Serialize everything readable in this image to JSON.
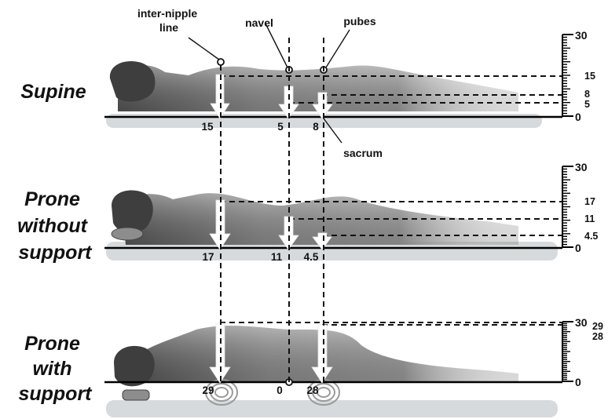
{
  "landmarks": {
    "inter_nipple": "inter-nipple\nline",
    "navel": "navel",
    "pubes": "pubes",
    "sacrum": "sacrum"
  },
  "panels": [
    {
      "key": "supine",
      "title": "Supine",
      "values": [
        "15",
        "5",
        "8"
      ],
      "scale": {
        "top": "30",
        "bottom": "0",
        "ticks": [
          "15",
          "8",
          "5"
        ]
      }
    },
    {
      "key": "prone_without_support",
      "title": "Prone\nwithout\nsupport",
      "values": [
        "17",
        "11",
        "4.5"
      ],
      "scale": {
        "top": "30",
        "bottom": "0",
        "ticks": [
          "17",
          "11",
          "4.5"
        ]
      }
    },
    {
      "key": "prone_with_support",
      "title": "Prone\nwith\nsupport",
      "values": [
        "29",
        "0",
        "28"
      ],
      "scale": {
        "top": "30",
        "bottom": "0",
        "ticks": [
          "29",
          "28"
        ]
      }
    }
  ],
  "figure": {
    "body_color": "#8a8a8a",
    "body_dark": "#3c3c3c",
    "pad_color": "#d6dadd",
    "arrow_color": "#ffffff",
    "line_color": "#111111"
  }
}
